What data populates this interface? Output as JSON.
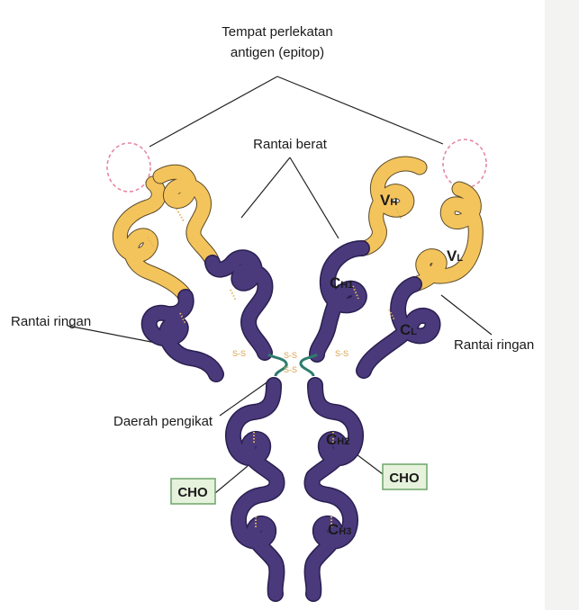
{
  "labels": {
    "epitope_line1": "Tempat perlekatan",
    "epitope_line2": "antigen (epitop)",
    "heavy_chain": "Rantai berat",
    "light_chain_left": "Rantai ringan",
    "light_chain_right": "Rantai ringan",
    "hinge_region": "Daerah pengikat",
    "cho_left": "CHO",
    "cho_right": "CHO"
  },
  "domains": {
    "vh": {
      "main": "V",
      "sub": "H"
    },
    "vl": {
      "main": "V",
      "sub": "L"
    },
    "ch1": {
      "main": "C",
      "sub": "H1"
    },
    "cl": {
      "main": "C",
      "sub": "L"
    },
    "ch2": {
      "main": "C",
      "sub": "H2"
    },
    "ch3": {
      "main": "C",
      "sub": "H3"
    }
  },
  "disulfide": "S-S",
  "colors": {
    "heavy_chain": "#4a3a7c",
    "light_chain": "#f4c45c",
    "epitope_circle": "#e48aa2",
    "hinge": "#2e7d6e",
    "cho_box": "#e6f2dc"
  }
}
